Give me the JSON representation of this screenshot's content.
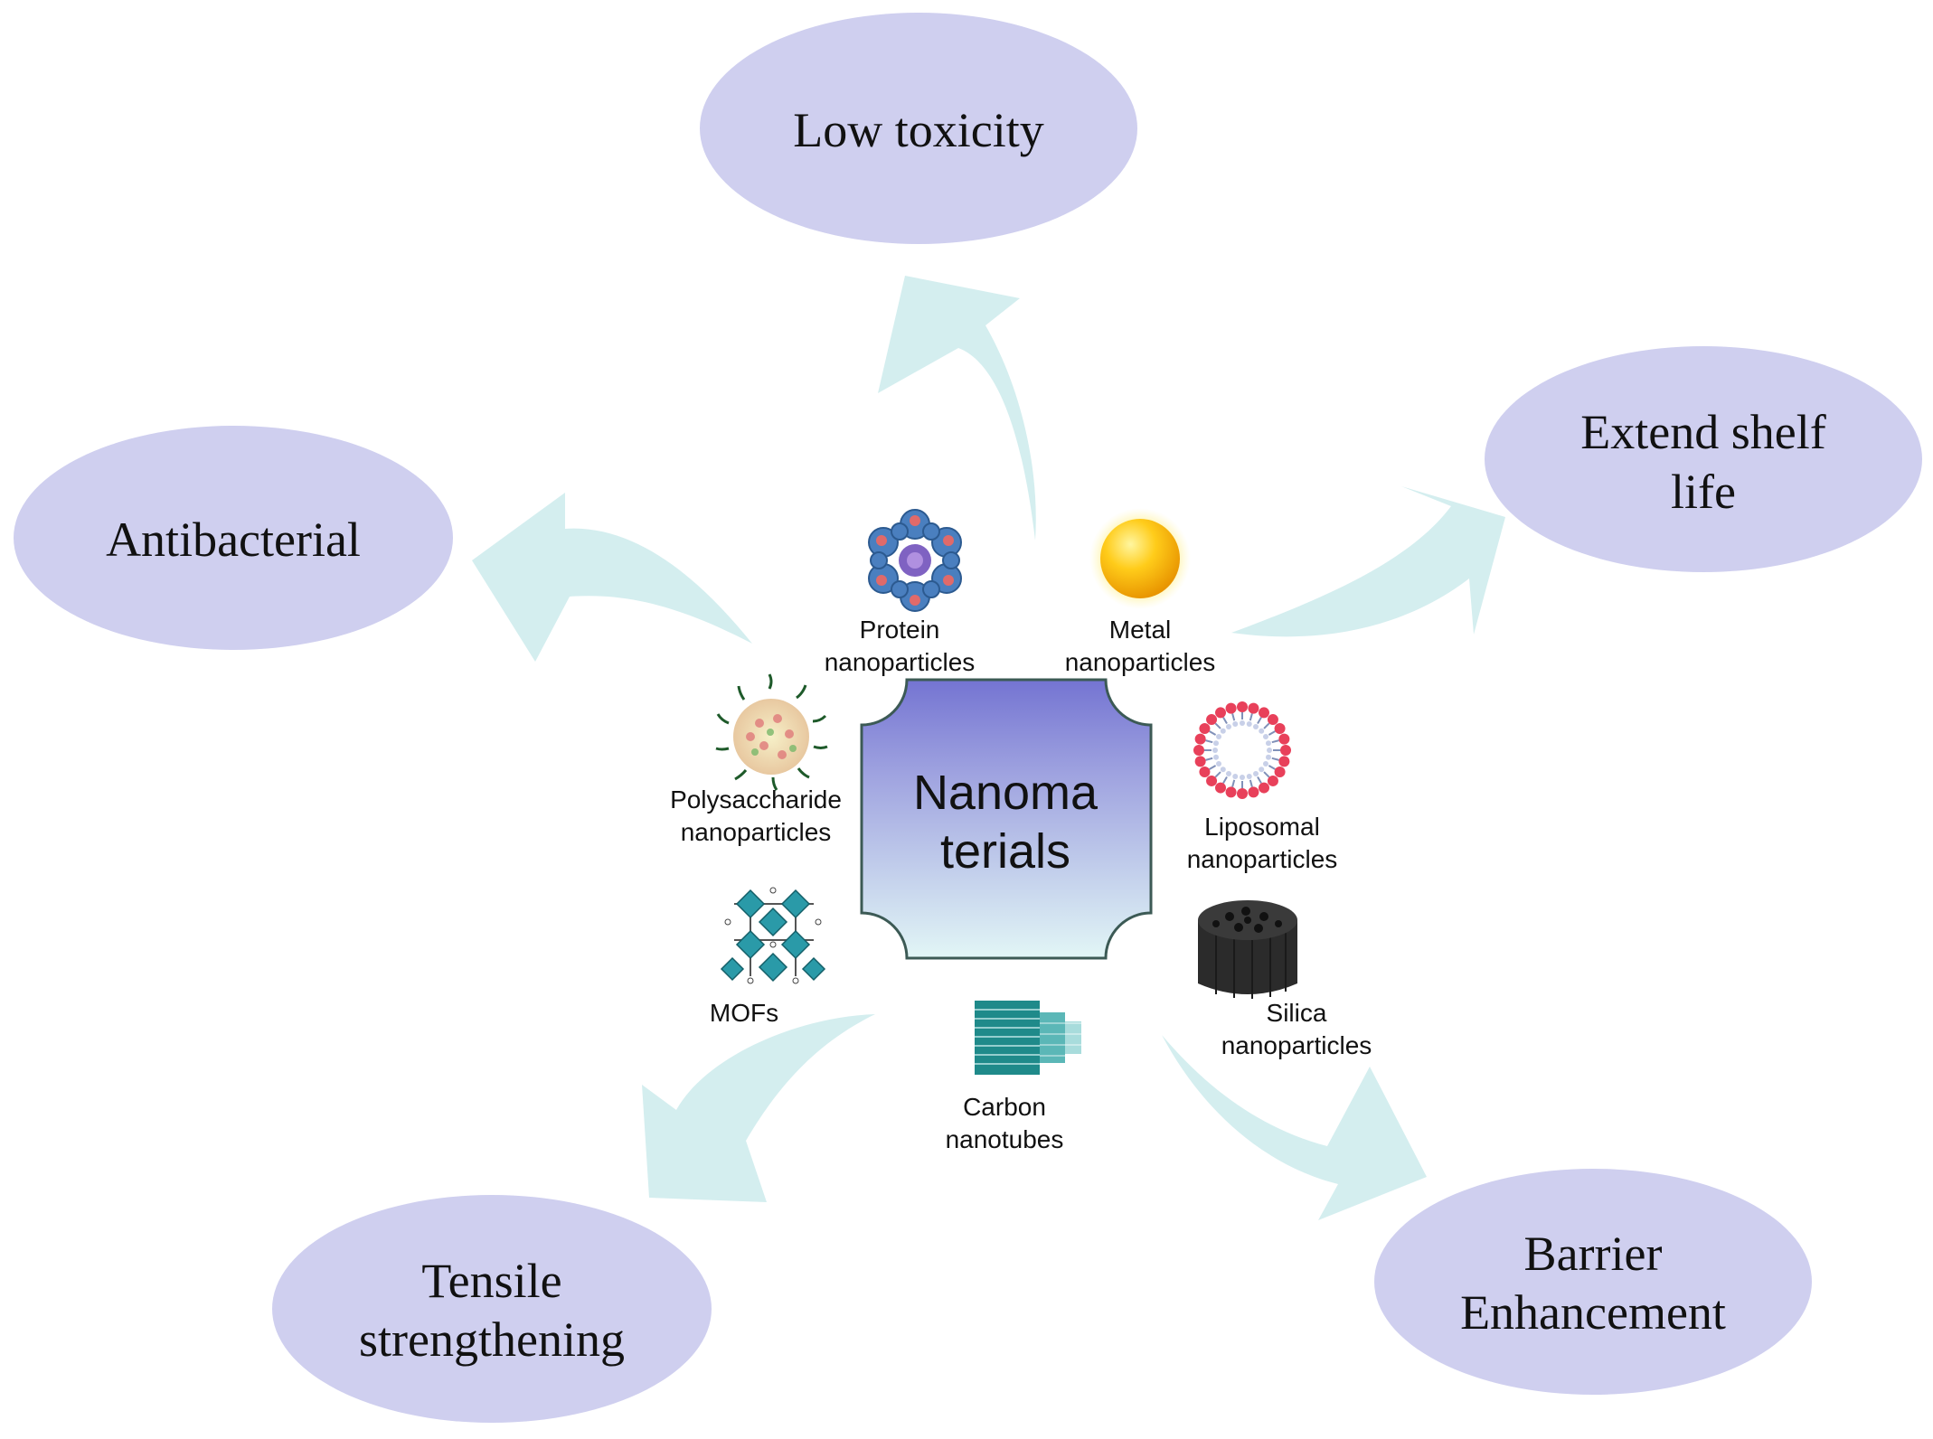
{
  "center": {
    "line1": "Nanoma",
    "line2": "terials"
  },
  "outcomes": {
    "low_toxicity": {
      "line1": "Low toxicity"
    },
    "extend_shelf_life": {
      "line1": "Extend shelf",
      "line2": "life"
    },
    "antibacterial": {
      "line1": "Antibacterial"
    },
    "tensile": {
      "line1": "Tensile",
      "line2": "strengthening"
    },
    "barrier": {
      "line1": "Barrier",
      "line2": "Enhancement"
    }
  },
  "particles": {
    "protein": {
      "line1": "Protein",
      "line2": "nanoparticles"
    },
    "metal": {
      "line1": "Metal",
      "line2": "nanoparticles"
    },
    "polysaccharide": {
      "line1": "Polysaccharide",
      "line2": "nanoparticles"
    },
    "liposomal": {
      "line1": "Liposomal",
      "line2": "nanoparticles"
    },
    "mofs": {
      "line1": "MOFs"
    },
    "silica": {
      "line1": "Silica",
      "line2": "nanoparticles"
    },
    "carbon": {
      "line1": "Carbon",
      "line2": "nanotubes"
    }
  },
  "colors": {
    "ellipse_fill": "#cfcfef",
    "arrow_fill": "#d4eeef",
    "center_top": "#7878d4",
    "center_bottom": "#dff4f4",
    "center_stroke": "#3c5a55"
  },
  "icons": {
    "protein": "protein-cluster-icon",
    "metal": "gold-sphere-icon",
    "polysaccharide": "coated-sphere-icon",
    "liposomal": "liposome-ring-icon",
    "mofs": "framework-lattice-icon",
    "silica": "porous-cylinder-icon",
    "carbon": "nanotube-icon"
  }
}
